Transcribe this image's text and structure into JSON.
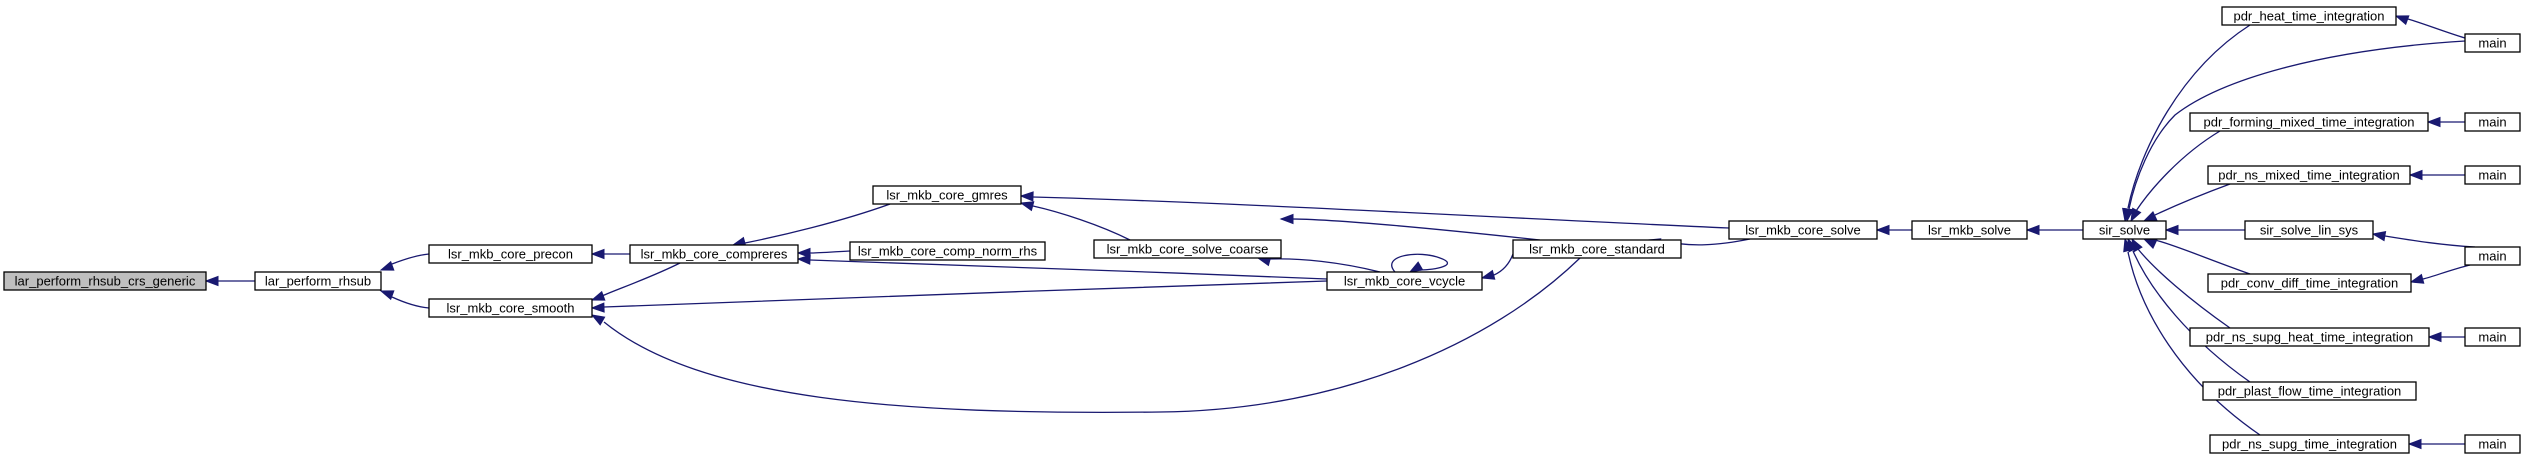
{
  "diagram": {
    "type": "call-graph",
    "colors": {
      "edge": "#191970",
      "root_fill": "#bfbfbf",
      "node_fill": "#ffffff",
      "border": "#000000"
    },
    "nodes": [
      {
        "id": "lar_perform_rhsub_crs_generic",
        "label": "lar_perform_rhsub_crs_generic",
        "root": true
      },
      {
        "id": "lar_perform_rhsub",
        "label": "lar_perform_rhsub"
      },
      {
        "id": "lsr_mkb_core_precon",
        "label": "lsr_mkb_core_precon"
      },
      {
        "id": "lsr_mkb_core_smooth",
        "label": "lsr_mkb_core_smooth"
      },
      {
        "id": "lsr_mkb_core_compreres",
        "label": "lsr_mkb_core_compreres"
      },
      {
        "id": "lsr_mkb_core_gmres",
        "label": "lsr_mkb_core_gmres"
      },
      {
        "id": "lsr_mkb_core_comp_norm_rhs",
        "label": "lsr_mkb_core_comp_norm_rhs"
      },
      {
        "id": "lsr_mkb_core_solve_coarse",
        "label": "lsr_mkb_core_solve_coarse"
      },
      {
        "id": "lsr_mkb_core_vcycle",
        "label": "lsr_mkb_core_vcycle"
      },
      {
        "id": "lsr_mkb_core_standard",
        "label": "lsr_mkb_core_standard"
      },
      {
        "id": "lsr_mkb_core_solve",
        "label": "lsr_mkb_core_solve"
      },
      {
        "id": "lsr_mkb_solve",
        "label": "lsr_mkb_solve"
      },
      {
        "id": "sir_solve",
        "label": "sir_solve"
      },
      {
        "id": "pdr_heat_time_integration",
        "label": "pdr_heat_time_integration"
      },
      {
        "id": "pdr_forming_mixed_time_integration",
        "label": "pdr_forming_mixed_time_integration"
      },
      {
        "id": "pdr_ns_mixed_time_integration",
        "label": "pdr_ns_mixed_time_integration"
      },
      {
        "id": "sir_solve_lin_sys",
        "label": "sir_solve_lin_sys"
      },
      {
        "id": "pdr_conv_diff_time_integration",
        "label": "pdr_conv_diff_time_integration"
      },
      {
        "id": "pdr_ns_supg_heat_time_integration",
        "label": "pdr_ns_supg_heat_time_integration"
      },
      {
        "id": "pdr_plast_flow_time_integration",
        "label": "pdr_plast_flow_time_integration"
      },
      {
        "id": "pdr_ns_supg_time_integration",
        "label": "pdr_ns_supg_time_integration"
      },
      {
        "id": "main_1",
        "label": "main"
      },
      {
        "id": "main_2",
        "label": "main"
      },
      {
        "id": "main_3",
        "label": "main"
      },
      {
        "id": "main_4",
        "label": "main"
      },
      {
        "id": "main_5",
        "label": "main"
      },
      {
        "id": "main_6",
        "label": "main"
      },
      {
        "id": "main_7",
        "label": "main"
      }
    ],
    "edges": [
      {
        "from": "lar_perform_rhsub",
        "to": "lar_perform_rhsub_crs_generic"
      },
      {
        "from": "lsr_mkb_core_precon",
        "to": "lar_perform_rhsub"
      },
      {
        "from": "lsr_mkb_core_smooth",
        "to": "lar_perform_rhsub"
      },
      {
        "from": "lsr_mkb_core_compreres",
        "to": "lsr_mkb_core_precon"
      },
      {
        "from": "lsr_mkb_core_compreres",
        "to": "lsr_mkb_core_smooth"
      },
      {
        "from": "lsr_mkb_core_vcycle",
        "to": "lsr_mkb_core_smooth"
      },
      {
        "from": "lsr_mkb_core_standard",
        "to": "lsr_mkb_core_smooth"
      },
      {
        "from": "lsr_mkb_core_gmres",
        "to": "lsr_mkb_core_compreres"
      },
      {
        "from": "lsr_mkb_core_comp_norm_rhs",
        "to": "lsr_mkb_core_compreres"
      },
      {
        "from": "lsr_mkb_core_vcycle",
        "to": "lsr_mkb_core_compreres"
      },
      {
        "from": "lsr_mkb_core_solve_coarse",
        "to": "lsr_mkb_core_gmres"
      },
      {
        "from": "lsr_mkb_core_solve",
        "to": "lsr_mkb_core_gmres"
      },
      {
        "from": "lsr_mkb_core_vcycle",
        "to": "lsr_mkb_core_solve_coarse"
      },
      {
        "from": "lsr_mkb_core_standard",
        "to": "lsr_mkb_core_solve_coarse"
      },
      {
        "from": "lsr_mkb_core_vcycle",
        "to": "lsr_mkb_core_vcycle"
      },
      {
        "from": "lsr_mkb_core_standard",
        "to": "lsr_mkb_core_vcycle"
      },
      {
        "from": "lsr_mkb_core_solve",
        "to": "lsr_mkb_core_standard"
      },
      {
        "from": "lsr_mkb_solve",
        "to": "lsr_mkb_core_solve"
      },
      {
        "from": "sir_solve",
        "to": "lsr_mkb_solve"
      },
      {
        "from": "pdr_heat_time_integration",
        "to": "sir_solve"
      },
      {
        "from": "main_1",
        "to": "sir_solve"
      },
      {
        "from": "pdr_forming_mixed_time_integration",
        "to": "sir_solve"
      },
      {
        "from": "pdr_ns_mixed_time_integration",
        "to": "sir_solve"
      },
      {
        "from": "sir_solve_lin_sys",
        "to": "sir_solve"
      },
      {
        "from": "pdr_conv_diff_time_integration",
        "to": "sir_solve"
      },
      {
        "from": "pdr_ns_supg_heat_time_integration",
        "to": "sir_solve"
      },
      {
        "from": "pdr_plast_flow_time_integration",
        "to": "sir_solve"
      },
      {
        "from": "pdr_ns_supg_time_integration",
        "to": "sir_solve"
      },
      {
        "from": "main_1",
        "to": "pdr_heat_time_integration"
      },
      {
        "from": "main_2",
        "to": "pdr_forming_mixed_time_integration"
      },
      {
        "from": "main_3",
        "to": "pdr_ns_mixed_time_integration"
      },
      {
        "from": "main_4",
        "to": "sir_solve_lin_sys"
      },
      {
        "from": "main_4",
        "to": "pdr_conv_diff_time_integration"
      },
      {
        "from": "main_5",
        "to": "pdr_ns_supg_heat_time_integration"
      },
      {
        "from": "main_6",
        "to": "pdr_ns_supg_time_integration"
      }
    ]
  }
}
